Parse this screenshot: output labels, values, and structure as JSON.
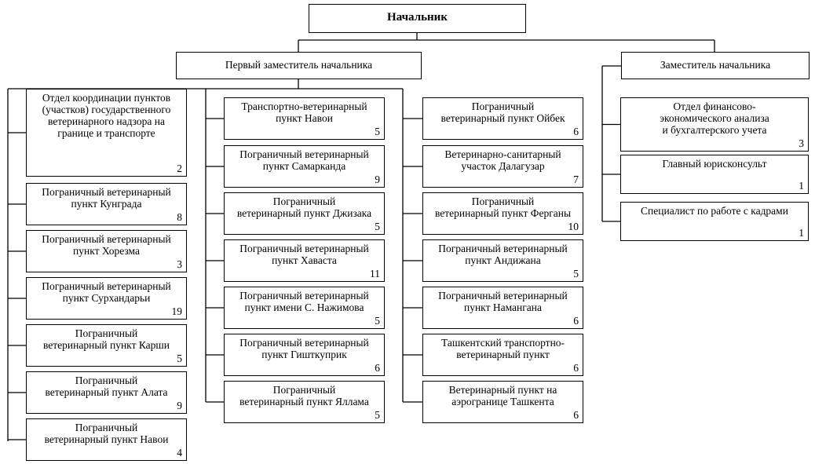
{
  "diagram": {
    "root": {
      "label": "Начальник"
    },
    "first_deputy": {
      "label": "Первый заместитель начальника"
    },
    "deputy": {
      "label": "Заместитель начальника"
    },
    "column1": [
      {
        "label": "Отдел координации пунктов\n(участков) государственного\nветеринарного надзора на\nгранице и транспорте",
        "count": "2"
      },
      {
        "label": "Пограничный ветеринарный\nпункт Кунграда",
        "count": "8"
      },
      {
        "label": "Пограничный ветеринарный\nпункт Хорезма",
        "count": "3"
      },
      {
        "label": "Пограничный ветеринарный\nпункт Сурхандарьи",
        "count": "19"
      },
      {
        "label": "Пограничный\nветеринарный пункт Карши",
        "count": "5"
      },
      {
        "label": "Пограничный\nветеринарный пункт Алата",
        "count": "9"
      },
      {
        "label": "Пограничный\nветеринарный пункт Навои",
        "count": "4"
      }
    ],
    "column2": [
      {
        "label": "Транспортно-ветеринарный\nпункт Навои",
        "count": "5"
      },
      {
        "label": "Пограничный ветеринарный\nпункт Самарканда",
        "count": "9"
      },
      {
        "label": "Пограничный\nветеринарный пункт Джизака",
        "count": "5"
      },
      {
        "label": "Пограничный ветеринарный\nпункт Хаваста",
        "count": "11"
      },
      {
        "label": "Пограничный ветеринарный\nпункт имени С. Нажимова",
        "count": "5"
      },
      {
        "label": "Пограничный ветеринарный\nпункт Гишткуприк",
        "count": "6"
      },
      {
        "label": "Пограничный\nветеринарный пункт Яллама",
        "count": "5"
      }
    ],
    "column3": [
      {
        "label": "Пограничный\nветеринарный пункт Ойбек",
        "count": "6"
      },
      {
        "label": "Ветеринарно-санитарный\nучасток Далагузар",
        "count": "7"
      },
      {
        "label": "Пограничный\nветеринарный пункт Ферганы",
        "count": "10"
      },
      {
        "label": "Пограничный ветеринарный\nпункт Андижана",
        "count": "5"
      },
      {
        "label": "Пограничный ветеринарный\nпункт Намангана",
        "count": "6"
      },
      {
        "label": "Ташкентский транспортно-\nветеринарный пункт",
        "count": "6"
      },
      {
        "label": "Ветеринарный пункт на\nаэрогранице Ташкента",
        "count": "6"
      }
    ],
    "column4": [
      {
        "label": "Отдел финансово-\nэкономического анализа\nи бухгалтерского учета",
        "count": "3"
      },
      {
        "label": "Главный юрисконсульт",
        "count": "1"
      },
      {
        "label": "Специалист по работе с кадрами",
        "count": "1"
      }
    ]
  }
}
